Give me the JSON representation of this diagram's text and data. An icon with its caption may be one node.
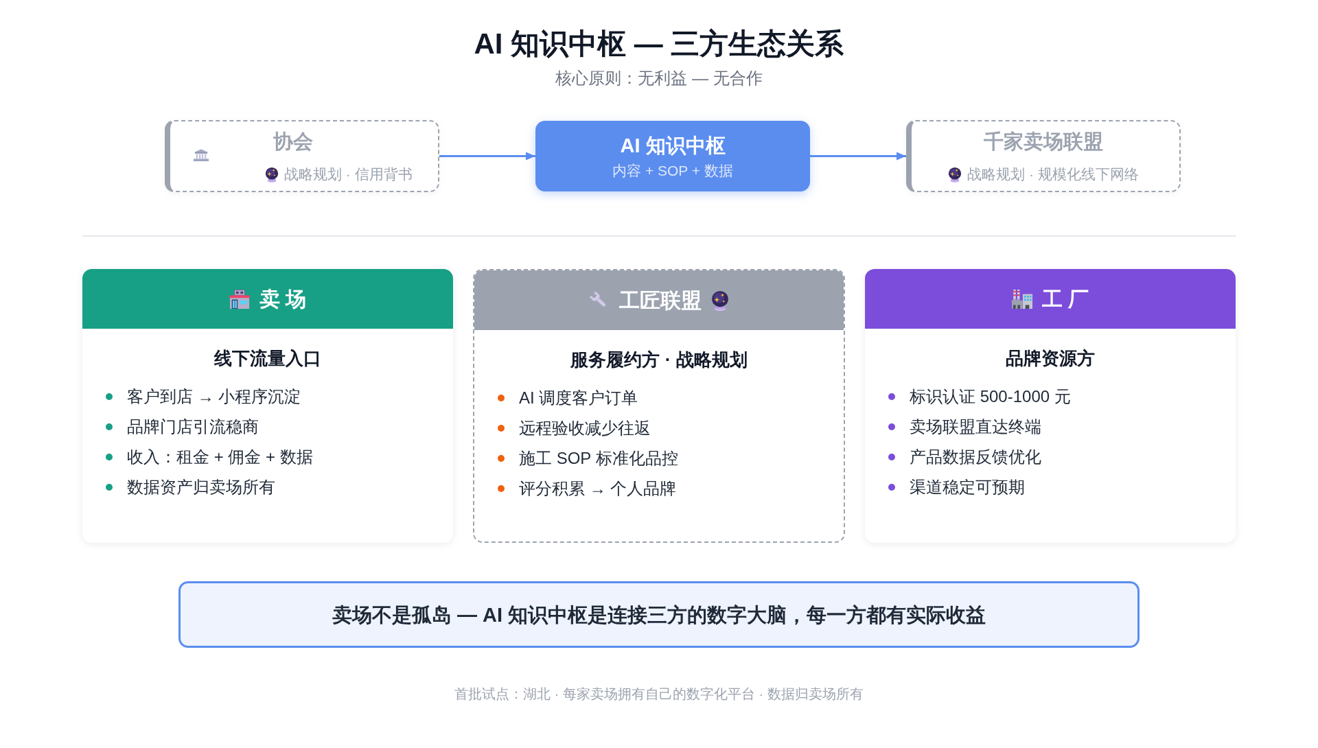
{
  "diagram": {
    "title": "AI 知识中枢 — 三方生态关系",
    "nodes": [
      {
        "text": [
          "协会",
          "战略规划 · 信用背书"
        ]
      },
      {
        "text": [
          "AI 知识中枢",
          "内容 + SOP + 数据"
        ]
      },
      {
        "text": [
          "千家卖场联盟",
          "战略规划 · 规模化线下网络"
        ]
      },
      {
        "text": [
          "卖 场",
          "线下流量入口",
          "客户到店 → 小程序沉淀",
          "品牌门店引流稳商",
          "收入：租金 + 佣金 + 数据",
          "数据资产归卖场所有"
        ]
      },
      {
        "text": [
          "工匠联盟",
          "服务履约方 · 战略规划",
          "AI 调度客户订单",
          "远程验收减少往返",
          "施工 SOP 标准化品控",
          "评分积累 → 个人品牌"
        ]
      },
      {
        "text": [
          "工 厂",
          "品牌资源方",
          "标识认证 500-1000 元",
          "卖场联盟直达终端",
          "产品数据反馈优化",
          "渠道稳定可预期"
        ]
      },
      {
        "text": [
          "卖场不是孤岛 — AI 知识中枢是连接三方的数字大脑，每一方都有实际收益"
        ]
      }
    ],
    "edges": [
      {
        "from": 0,
        "to": 1,
        "arrow": "to"
      },
      {
        "from": 1,
        "to": 2,
        "arrow": "to"
      }
    ],
    "labels": [
      "核心原则：无利益 — 无合作",
      "首批试点：湖北 · 每家卖场拥有自己的数字化平台 · 数据归卖场所有"
    ]
  }
}
